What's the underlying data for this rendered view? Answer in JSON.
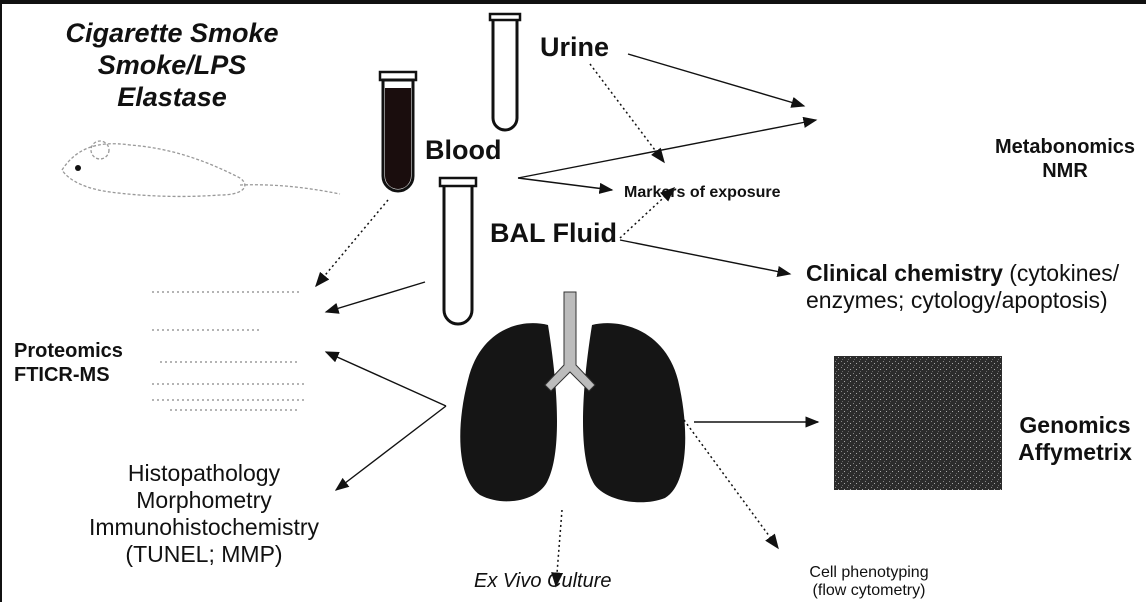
{
  "exposures": [
    "Cigarette Smoke",
    "Smoke/LPS",
    "Elastase"
  ],
  "samples": {
    "urine": "Urine",
    "blood": "Blood",
    "bal": "BAL Fluid"
  },
  "markers": "Markers of exposure",
  "metabonomics": [
    "Metabonomics",
    "NMR"
  ],
  "clinical": {
    "bold": "Clinical chemistry",
    "line1_rest": " (cytokines/",
    "line2": "enzymes; cytology/apoptosis)"
  },
  "proteomics": [
    "Proteomics",
    "FTICR-MS"
  ],
  "genomics": [
    "Genomics",
    "Affymetrix"
  ],
  "histology": [
    "Histopathology",
    "Morphometry",
    "Immunohistochemistry",
    "(TUNEL; MMP)"
  ],
  "exvivo": "Ex Vivo Culture",
  "cellphen": [
    "Cell phenotyping",
    "(flow cytometry)"
  ],
  "colors": {
    "ink": "#111111",
    "blood": "#1a0d0d",
    "lung": "#151515",
    "trachea": "#bcbcbc",
    "microarray": "#2a2a2a"
  }
}
